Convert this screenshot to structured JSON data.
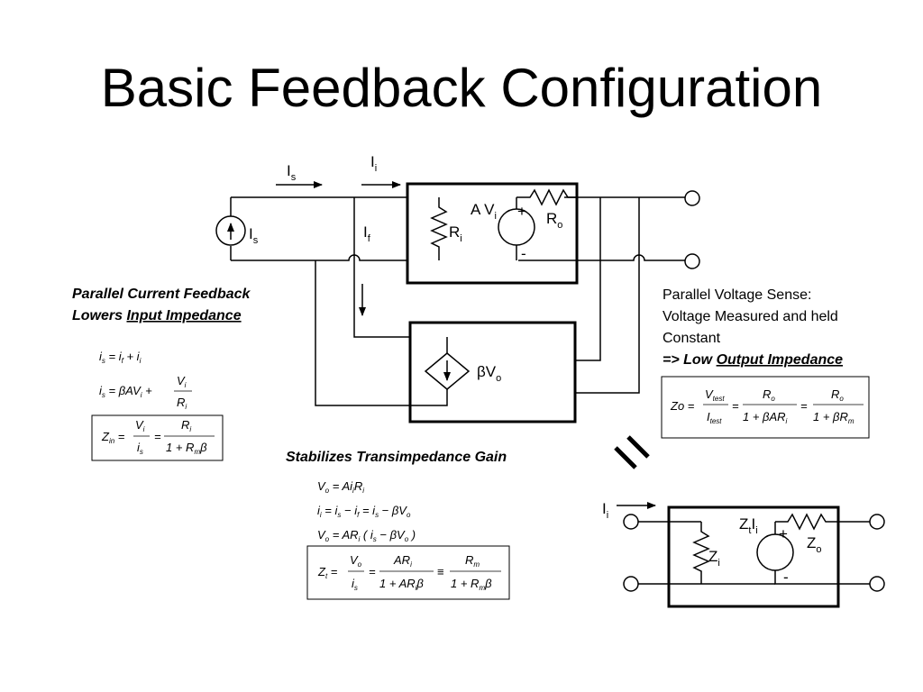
{
  "slide": {
    "title": "Basic Feedback Configuration"
  },
  "left_notes": {
    "line1": "Parallel Current Feedback",
    "line2_prefix": "Lowers ",
    "line2_underlined": "Input Impedance"
  },
  "right_notes": {
    "line1": "Parallel  Voltage Sense:",
    "line2": "Voltage Measured and held",
    "line3": "Constant",
    "line4_prefix": "=> Low ",
    "line4_underlined": "Output Impedance"
  },
  "center_note": "Stabilizes Transimpedance Gain",
  "labels": {
    "Is_arrow_main": "I",
    "Is_arrow_sub": "s",
    "Ii_arrow_main": "I",
    "Ii_arrow_sub": "i",
    "Is_source_main": "I",
    "Is_source_sub": "s",
    "If_main": "I",
    "If_sub": "f",
    "Ri_main": "R",
    "Ri_sub": "i",
    "AVi_main": "A V",
    "AVi_sub": "i",
    "Ro_main": "R",
    "Ro_sub": "o",
    "plus": "+",
    "minus": "-",
    "beta": "β",
    "Vo_main": "V",
    "Vo_sub": "o",
    "equiv": "=",
    "Ii_eq_main": "I",
    "Ii_eq_sub": "i",
    "ZtIi_main": "Z",
    "ZtIi_t": "t",
    "ZtIi_I": "I",
    "ZtIi_sub": "i",
    "Zi_main": "Z",
    "Zi_sub": "i",
    "Zo_main": "Z",
    "Zo_sub": "o"
  },
  "equations": {
    "left1": "i_s = i_f + i_i",
    "left2": "i_s = βAV_i + V_i / R_i",
    "left3": "Z_in = V_i / i_s = R_i / (1 + R_m β)",
    "center1": "V_o = A i_i R_i",
    "center2": "i_i = i_s − i_f = i_s − βV_o",
    "center3": "V_o = AR_i (i_s − βV_o)",
    "center4": "Z_t = V_o / i_s = AR_i / (1 + AR_i β) ≡ R_m / (1 + R_m β)",
    "right1": "Zo = V_test / I_test = R_o / (1 + βAR_i) = R_o / (1 + βR_m)"
  }
}
